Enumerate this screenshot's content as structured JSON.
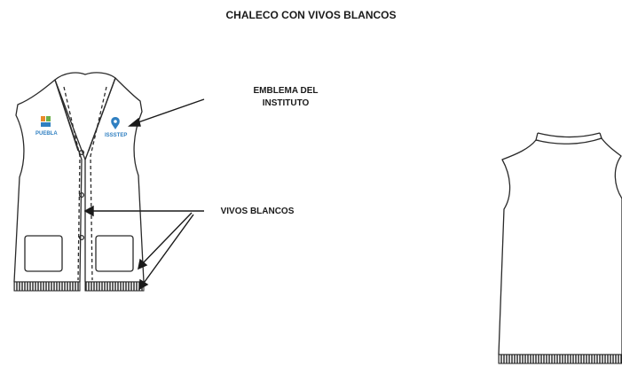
{
  "title": "CHALECO CON VIVOS BLANCOS",
  "labels": {
    "emblem_line1": "EMBLEMA DEL",
    "emblem_line2": "INSTITUTO",
    "piping": "VIVOS BLANCOS"
  },
  "logos": {
    "left": "PUEBLA",
    "right": "ISSSTEP"
  },
  "colors": {
    "line": "#2a2a2a",
    "logo_blue": "#2f7fc1",
    "logo_orange": "#e98a2a",
    "logo_green": "#6bb04a"
  },
  "icons": [
    "arrow-icon",
    "puebla-logo-icon",
    "issstep-logo-icon"
  ]
}
